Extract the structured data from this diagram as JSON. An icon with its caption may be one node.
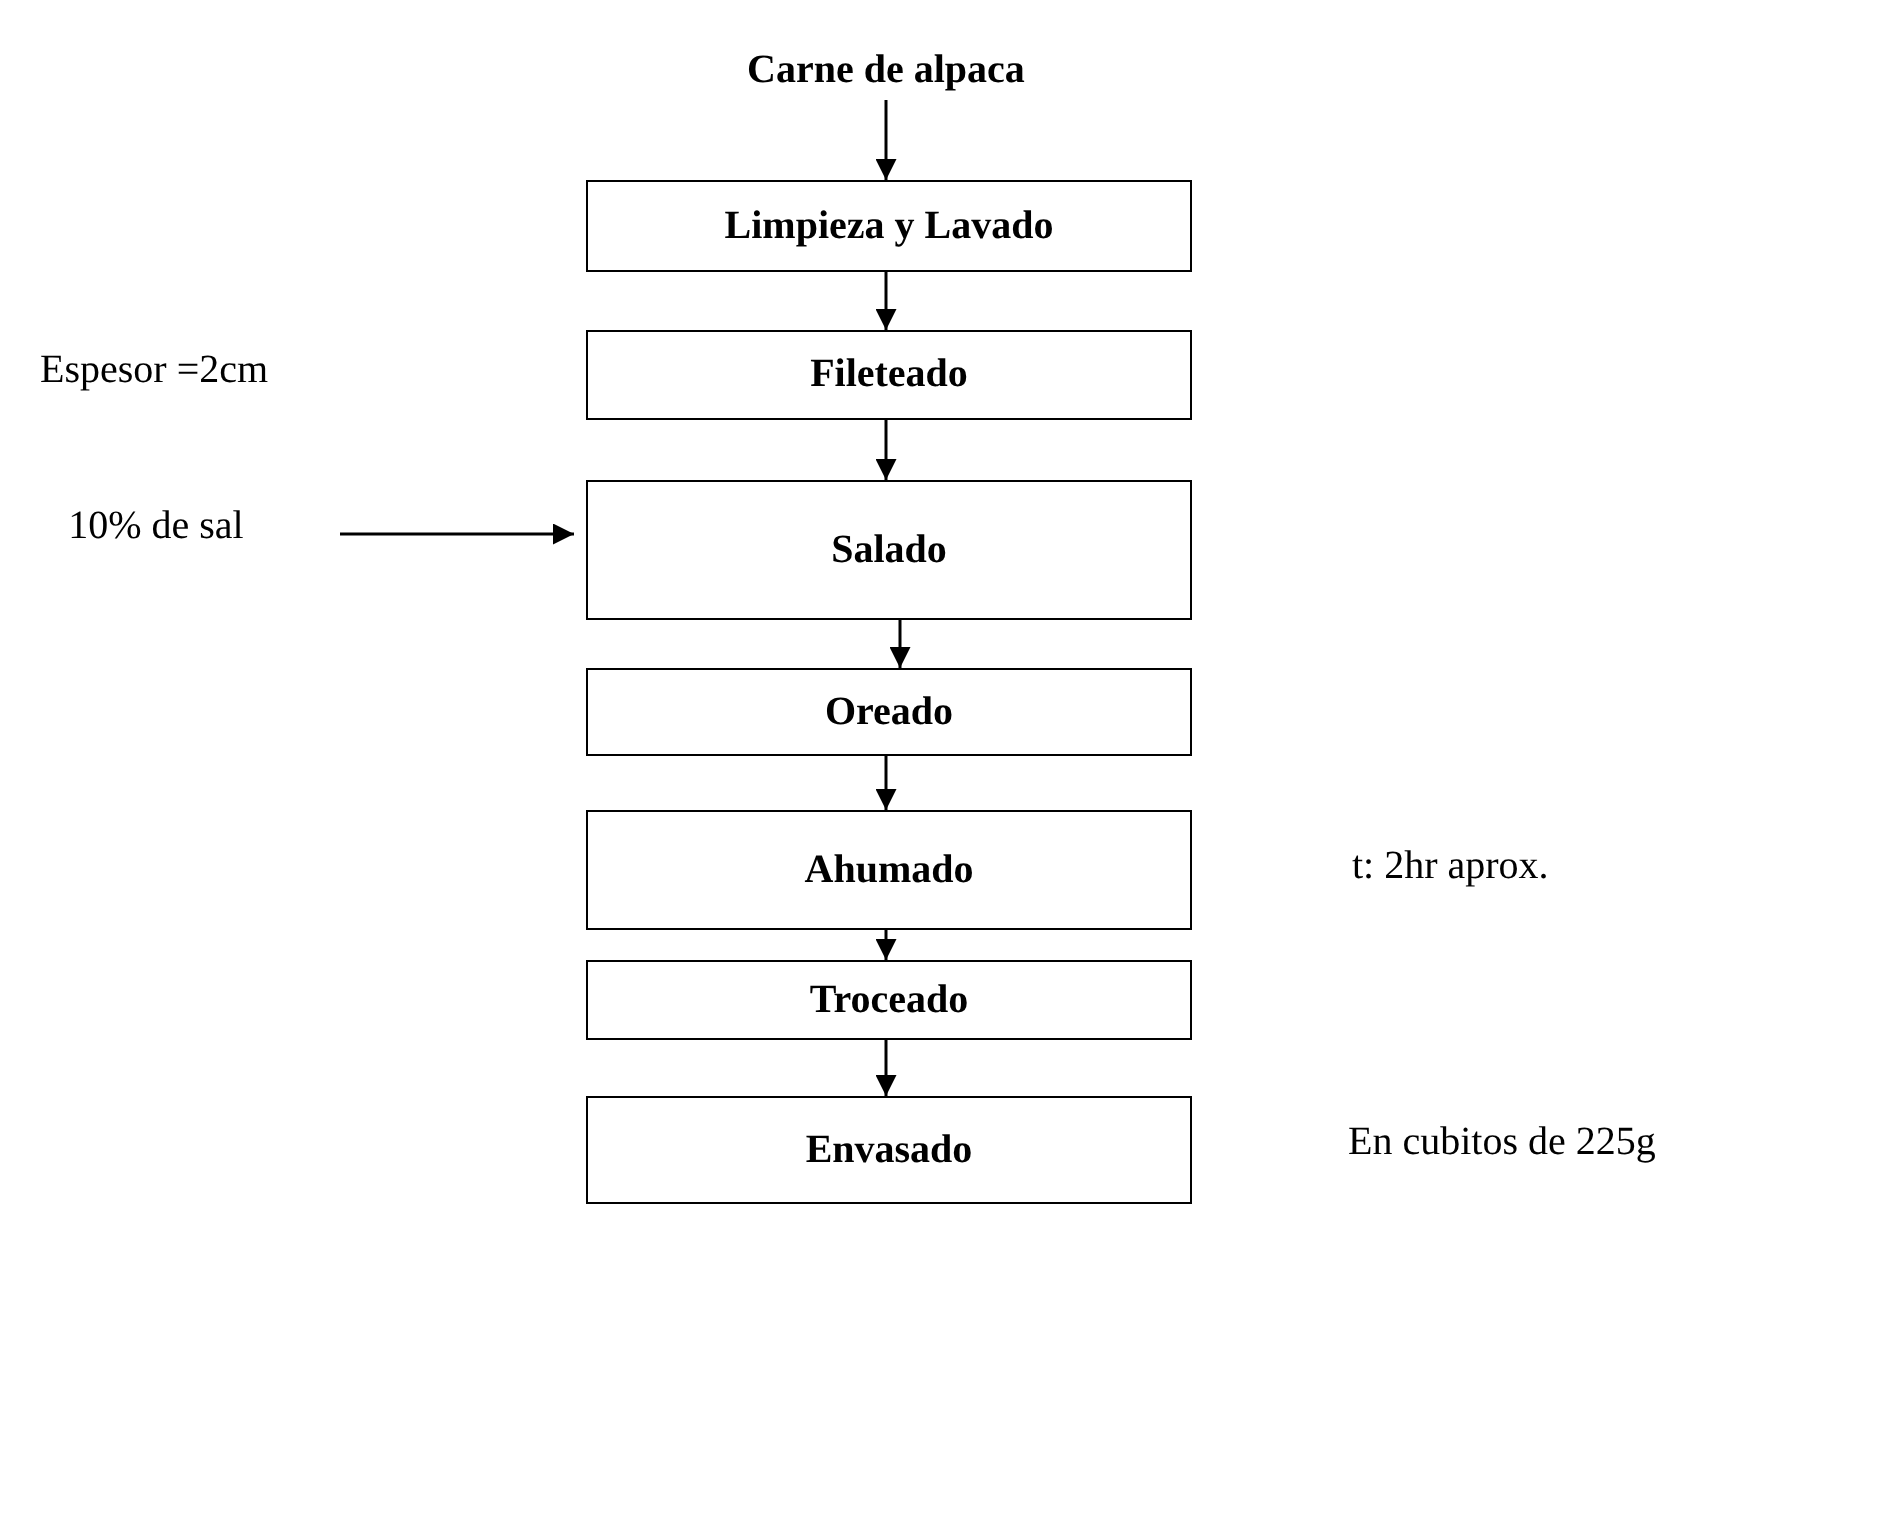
{
  "diagram": {
    "nodes": [
      {
        "text": [
          "Carne de alpaca"
        ]
      },
      {
        "text": [
          "Limpieza y Lavado"
        ]
      },
      {
        "text": [
          "Fileteado"
        ]
      },
      {
        "text": [
          "10% de sal"
        ]
      },
      {
        "text": [
          "Salado"
        ]
      },
      {
        "text": [
          "Oreado"
        ]
      },
      {
        "text": [
          "Ahumado"
        ],
        "beside": [
          "t: 2hr aprox."
        ]
      },
      {
        "text": [
          "Troceado"
        ]
      },
      {
        "text": [
          "Envasado"
        ],
        "beside": [
          "En cubitos de 225g"
        ]
      }
    ],
    "edges": [
      {
        "from": 0,
        "to": 1,
        "arrow": "to"
      },
      {
        "from": 1,
        "to": 2,
        "arrow": "to"
      },
      {
        "from": 2,
        "to": 4,
        "arrow": "to"
      },
      {
        "from": 3,
        "to": 4,
        "arrow": "to"
      },
      {
        "from": 4,
        "to": 5,
        "arrow": "to"
      },
      {
        "from": 5,
        "to": 6,
        "arrow": "to"
      },
      {
        "from": 6,
        "to": 7,
        "arrow": "to"
      },
      {
        "from": 7,
        "to": 8,
        "arrow": "to"
      }
    ],
    "labels": [
      "Espesor =2cm"
    ]
  }
}
